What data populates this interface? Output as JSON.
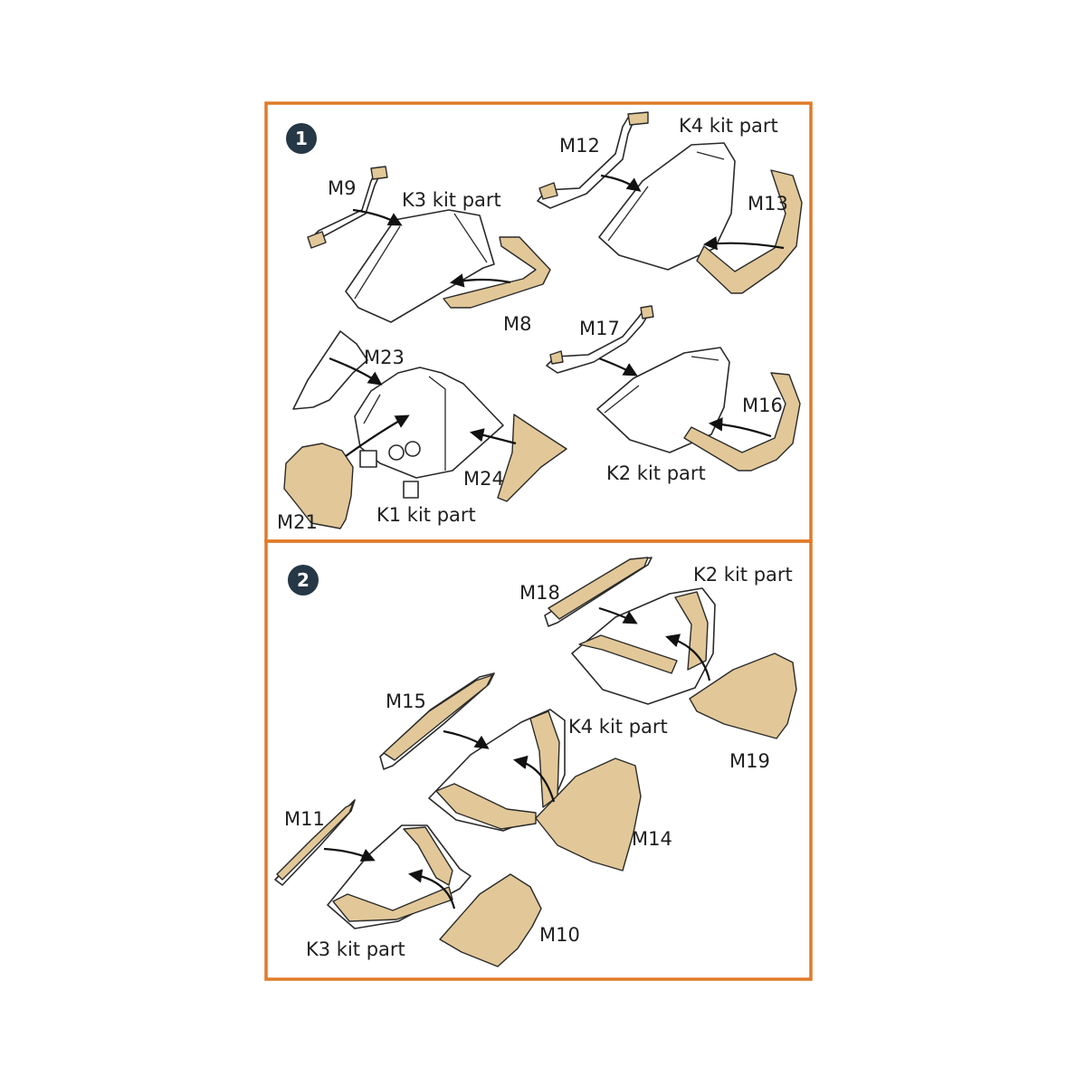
{
  "colors": {
    "frame": "#e07b2a",
    "mask": "#e2c898",
    "badge": "#263746"
  },
  "steps": [
    {
      "number": "1"
    },
    {
      "number": "2"
    }
  ],
  "labels": {
    "m9": "M9",
    "k3_s1": "K3 kit part",
    "m8": "M8",
    "m12": "M12",
    "k4_s1": "K4 kit part",
    "m13": "M13",
    "m23": "M23",
    "m21": "M21",
    "k1": "K1 kit part",
    "m24": "M24",
    "m17": "M17",
    "m16": "M16",
    "k2_s1": "K2 kit part",
    "m18": "M18",
    "k2_s2": "K2 kit part",
    "m19": "M19",
    "m15": "M15",
    "k4_s2": "K4 kit part",
    "m14": "M14",
    "m11": "M11",
    "m10": "M10",
    "k3_s2": "K3 kit part"
  }
}
